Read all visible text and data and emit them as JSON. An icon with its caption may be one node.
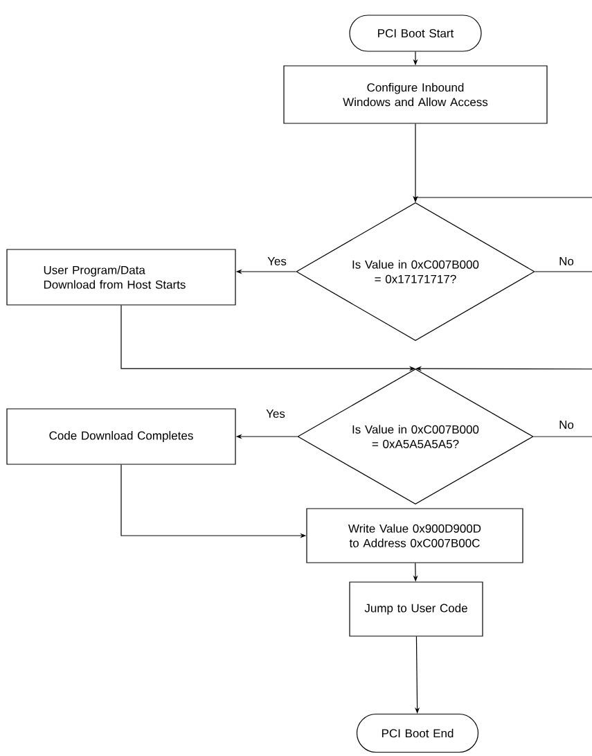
{
  "diagram": {
    "nodes": [
      {
        "text": [
          "PCI Boot Start"
        ]
      },
      {
        "text": [
          "Configure Inbound Windows and Allow Access"
        ]
      },
      {
        "text": [
          "Is Value in 0xC007B000 = 0x17171717?"
        ]
      },
      {
        "text": [
          "User Program/Data Download from Host Starts"
        ]
      },
      {
        "text": [
          "Is Value in 0xC007B000 = 0xA5A5A5A5?"
        ]
      },
      {
        "text": [
          "Code Download Completes"
        ]
      },
      {
        "text": [
          "Write Value 0x900D900D to Address 0xC007B00C"
        ]
      },
      {
        "text": [
          "Jump to User Code"
        ]
      },
      {
        "text": [
          "PCI Boot End"
        ]
      }
    ],
    "edges": [
      {
        "from": 0,
        "to": 1,
        "arrow": "to"
      },
      {
        "from": 1,
        "to": 2,
        "arrow": "to"
      },
      {
        "from": 2,
        "to": 3,
        "arrow": "to",
        "label": "Yes"
      },
      {
        "from": 2,
        "to": null,
        "arrow": "none",
        "label": "No"
      },
      {
        "from": null,
        "to": 2,
        "arrow": "to"
      },
      {
        "from": 3,
        "to": 4,
        "arrow": "to"
      },
      {
        "from": 4,
        "to": 5,
        "arrow": "to",
        "label": "Yes"
      },
      {
        "from": 4,
        "to": null,
        "arrow": "none",
        "label": "No"
      },
      {
        "from": null,
        "to": 4,
        "arrow": "to"
      },
      {
        "from": 5,
        "to": 6,
        "arrow": "to"
      },
      {
        "from": 6,
        "to": 7,
        "arrow": "to"
      },
      {
        "from": 7,
        "to": 8,
        "arrow": "to"
      }
    ]
  }
}
